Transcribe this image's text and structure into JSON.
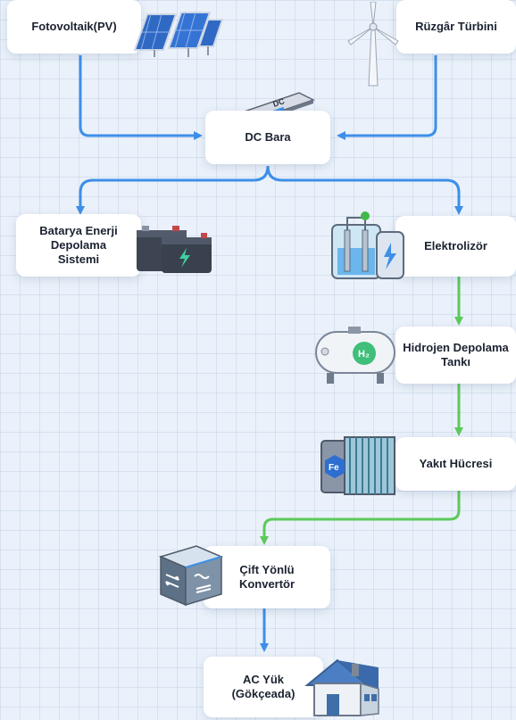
{
  "nodes": {
    "pv": {
      "label": "Fotovoltaik(PV)"
    },
    "wind": {
      "label": "Rüzgâr Türbini"
    },
    "dc_bus": {
      "label": "DC Bara",
      "icon_text": "DC"
    },
    "battery": {
      "label": "Batarya Enerji\nDepolama\nSistemi"
    },
    "electrolyzer": {
      "label": "Elektrolizör"
    },
    "h2_tank": {
      "label": "Hidrojen Depolama\nTankı",
      "icon_text": "H₂"
    },
    "fuel_cell": {
      "label": "Yakıt Hücresi",
      "icon_text": "Fe"
    },
    "converter": {
      "label": "Çift Yönlü\nKonvertör"
    },
    "ac_load": {
      "label": "AC Yük\n(Gökçeada)"
    }
  },
  "edges": [
    {
      "from": "pv",
      "to": "dc_bus",
      "color": "#3d8fe8"
    },
    {
      "from": "wind",
      "to": "dc_bus",
      "color": "#3d8fe8"
    },
    {
      "from": "dc_bus",
      "to": "battery",
      "color": "#3d8fe8"
    },
    {
      "from": "dc_bus",
      "to": "electrolyzer",
      "color": "#3d8fe8"
    },
    {
      "from": "electrolyzer",
      "to": "h2_tank",
      "color": "#5cc95a"
    },
    {
      "from": "h2_tank",
      "to": "fuel_cell",
      "color": "#5cc95a"
    },
    {
      "from": "fuel_cell",
      "to": "converter",
      "color": "#5cc95a"
    },
    {
      "from": "converter",
      "to": "ac_load",
      "color": "#3d8fe8"
    }
  ],
  "colors": {
    "blue_flow": "#3d8fe8",
    "green_flow": "#5cc95a",
    "background": "#eaf1fa"
  },
  "icons": {
    "pv": "solar-panels-icon",
    "wind": "wind-turbine-icon",
    "dc_bus": "dc-busbar-icon",
    "battery": "battery-icon",
    "electrolyzer": "electrolyzer-icon",
    "h2_tank": "hydrogen-tank-icon",
    "fuel_cell": "fuel-cell-icon",
    "converter": "converter-icon",
    "ac_load": "house-icon"
  }
}
